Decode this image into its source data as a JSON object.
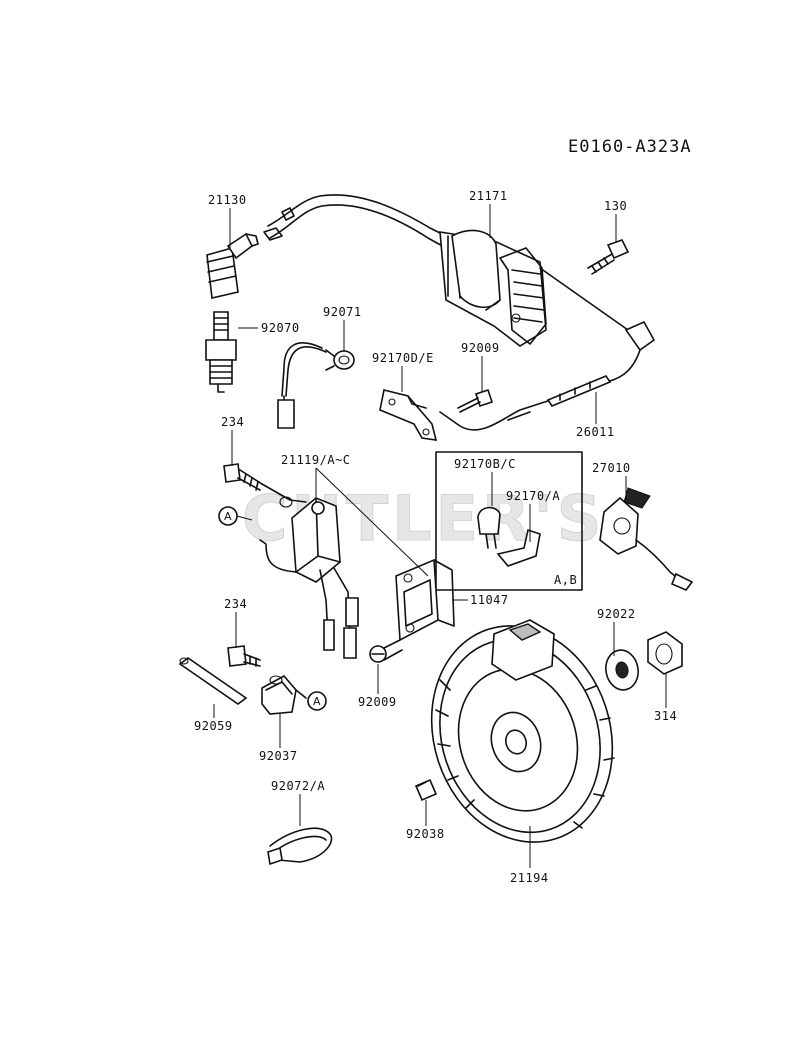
{
  "diagram_code": "E0160-A323A",
  "watermark": "CUTLER'S",
  "ref_marker": "A",
  "labels": {
    "p21130": "21130",
    "p21171": "21171",
    "p130": "130",
    "p92070": "92070",
    "p92071": "92071",
    "p92170de": "92170D/E",
    "p92009a": "92009",
    "p26011": "26011",
    "p234a": "234",
    "p21119": "21119/A~C",
    "p92170bc": "92170B/C",
    "p92170a": "92170/A",
    "p_ab": "A,B",
    "p27010": "27010",
    "p11047": "11047",
    "p234b": "234",
    "p92009b": "92009",
    "p92022": "92022",
    "p314": "314",
    "p92059": "92059",
    "p92037": "92037",
    "p92072a": "92072/A",
    "p92038": "92038",
    "p21194": "21194"
  }
}
